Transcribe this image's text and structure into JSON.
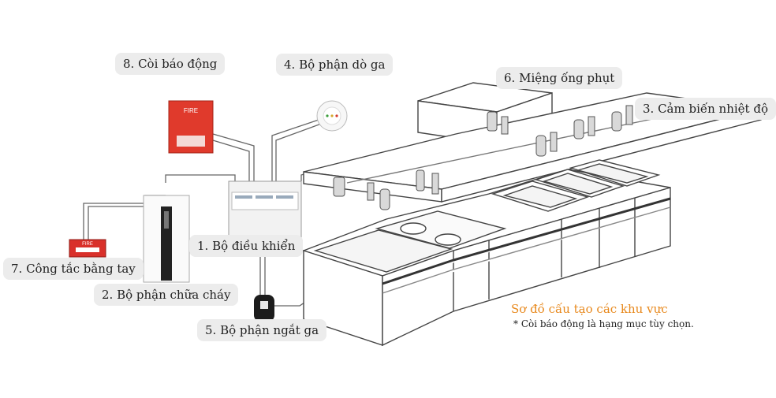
{
  "labels": {
    "alarm": "8. Còi báo động",
    "gas_detector": "4. Bộ phận dò ga",
    "nozzle": "6. Miệng ống phụt",
    "heat_sensor": "3. Cảm biến nhiệt độ",
    "controller": "1. Bộ điều khiển",
    "manual_switch": "7. Công tắc bằng tay",
    "extinguisher": "2. Bộ phận chữa cháy",
    "gas_shutoff": "5. Bộ phận ngắt ga"
  },
  "caption": {
    "title": "Sơ đồ cấu tạo các khu vực",
    "note": "* Còi báo động là hạng mục tùy chọn."
  },
  "device_text": {
    "alarm_fire": "FIRE",
    "switch_fire": "FIRE"
  },
  "colors": {
    "label_bg": "#ececec",
    "accent_orange": "#e8891d",
    "alarm_red": "#e03a2c",
    "line": "#555555"
  }
}
